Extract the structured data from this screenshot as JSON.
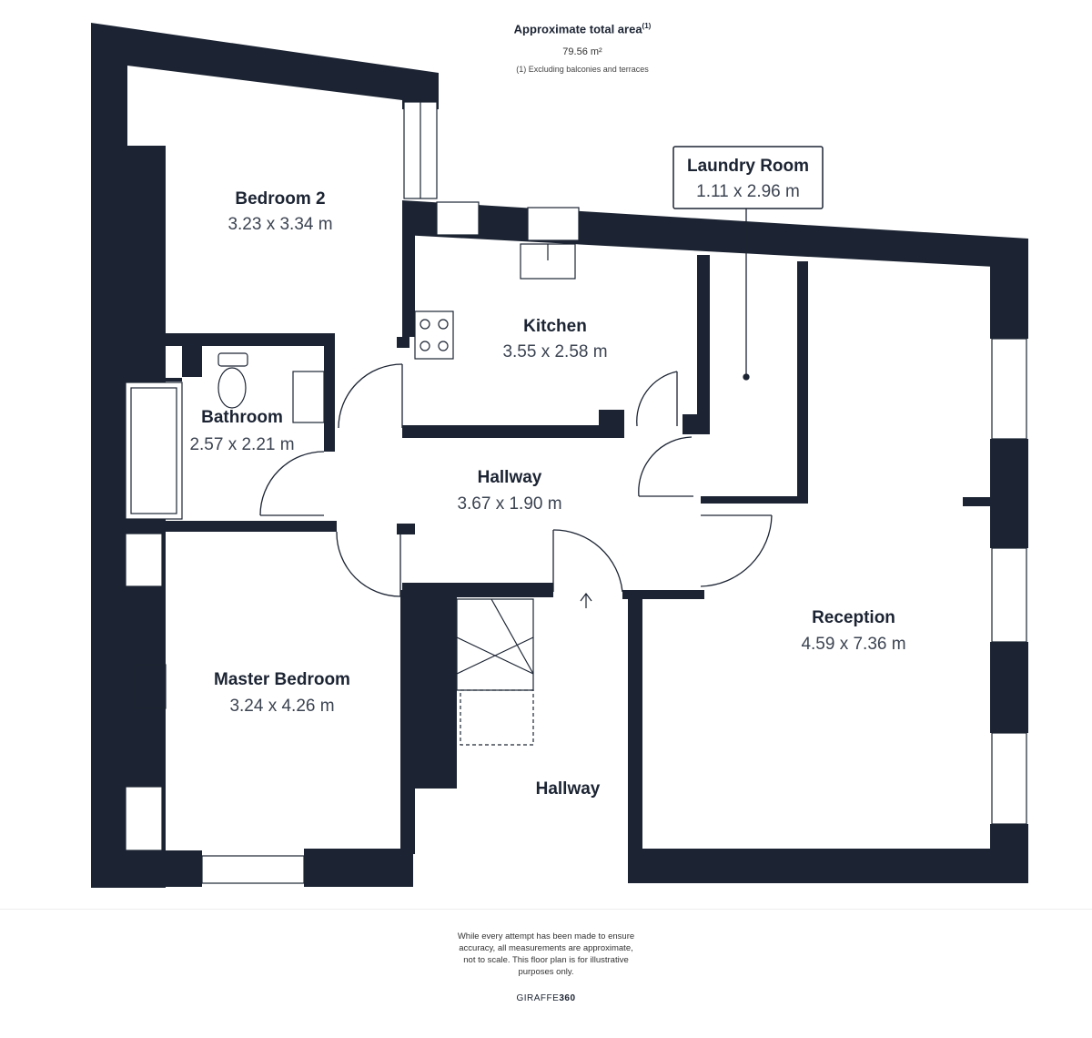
{
  "header": {
    "title": "Approximate total area",
    "title_sup": "(1)",
    "area": "79.56 m²",
    "note": "(1) Excluding balconies and terraces"
  },
  "rooms": {
    "bedroom2": {
      "name": "Bedroom 2",
      "dims": "3.23 x 3.34 m"
    },
    "kitchen": {
      "name": "Kitchen",
      "dims": "3.55 x 2.58 m"
    },
    "laundry": {
      "name": "Laundry Room",
      "dims": "1.11 x 2.96 m"
    },
    "bathroom": {
      "name": "Bathroom",
      "dims": "2.57 x 2.21 m"
    },
    "hallway_upper": {
      "name": "Hallway",
      "dims": "3.67 x 1.90 m"
    },
    "reception": {
      "name": "Reception",
      "dims": "4.59 x 7.36 m"
    },
    "master": {
      "name": "Master Bedroom",
      "dims": "3.24 x 4.26 m"
    },
    "hallway_lower": {
      "name": "Hallway"
    }
  },
  "footer": {
    "disclaimer": "While every attempt has been made to ensure accuracy, all measurements are approximate, not to scale. This floor plan is for illustrative purposes only.",
    "brand_prefix": "GIRAFFE",
    "brand_suffix": "360"
  },
  "colors": {
    "wall": "#1c2433",
    "background": "#ffffff"
  }
}
